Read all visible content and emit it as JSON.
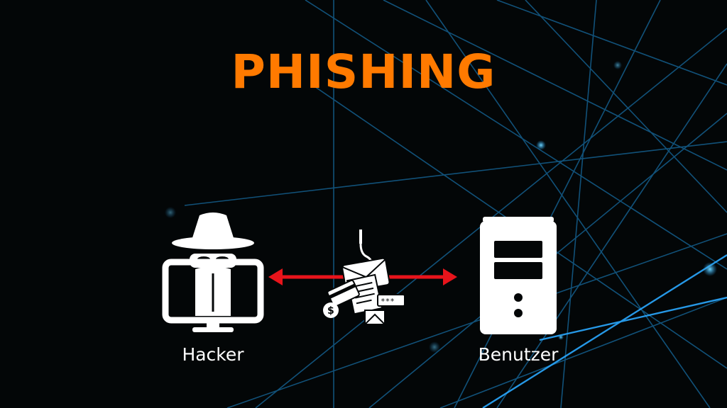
{
  "title": "PHISHING",
  "colors": {
    "title": "#ff7a00",
    "arrow": "#e8141b",
    "icon": "#ffffff",
    "background": "#030607",
    "lines": "#1e8fd6"
  },
  "nodes": {
    "hacker": {
      "label": "Hacker",
      "icon": "spy-hacker-computer-icon"
    },
    "user": {
      "label": "Benutzer",
      "icon": "computer-tower-icon"
    }
  },
  "center_icon": "phishing-hook-icon",
  "arrow": "double-headed-arrow"
}
